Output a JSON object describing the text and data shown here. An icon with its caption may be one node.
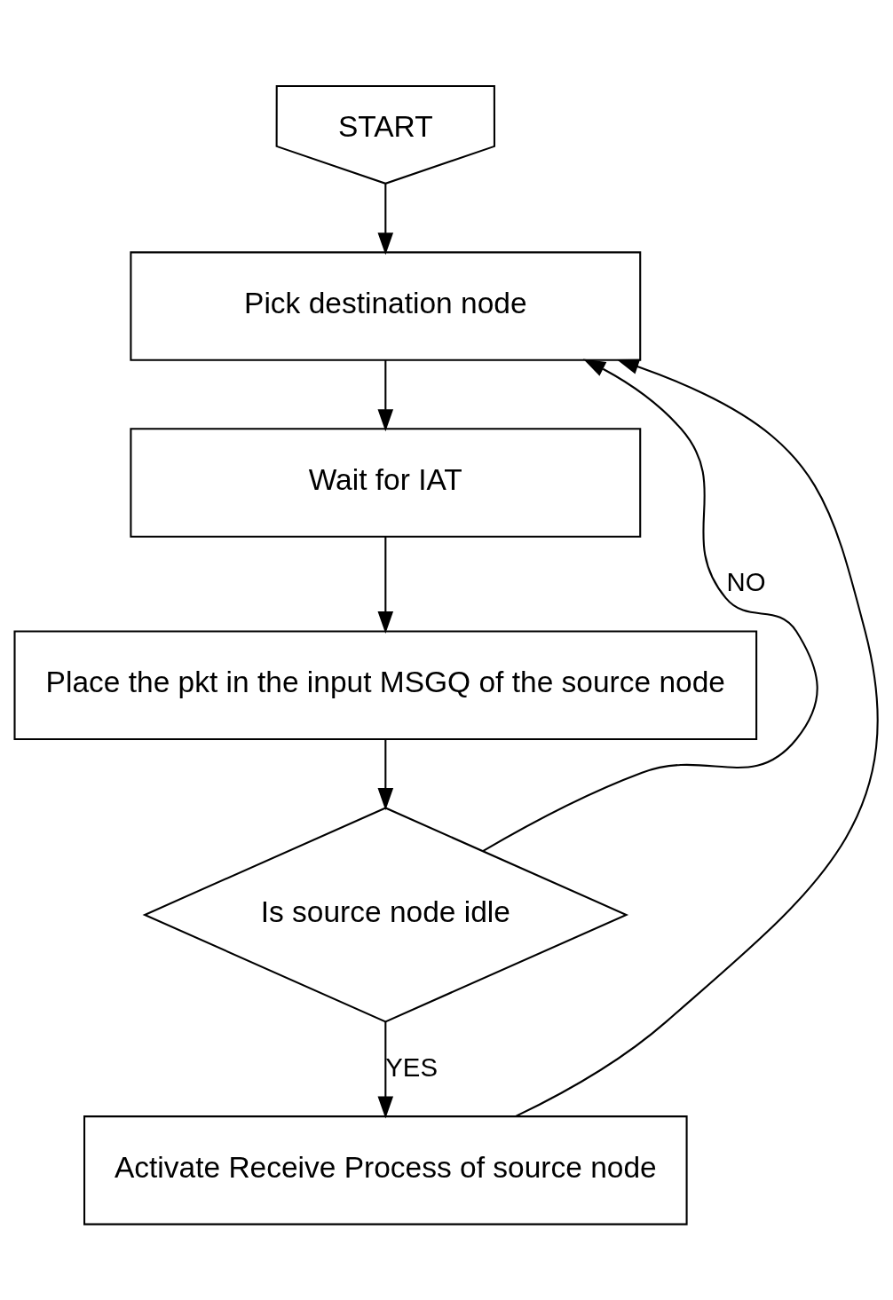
{
  "diagram": {
    "nodes": [
      {
        "text": [
          "START"
        ]
      },
      {
        "text": [
          "Pick destination node"
        ]
      },
      {
        "text": [
          "Wait for IAT"
        ]
      },
      {
        "text": [
          "Place the pkt in the input MSGQ of the source node"
        ]
      },
      {
        "text": [
          "Is source node idle"
        ]
      },
      {
        "text": [
          "Activate Receive Process of source node"
        ]
      }
    ],
    "edges": [
      {
        "from": 0,
        "to": 1,
        "arrow": "to"
      },
      {
        "from": 1,
        "to": 2,
        "arrow": "to"
      },
      {
        "from": 2,
        "to": 3,
        "arrow": "to"
      },
      {
        "from": 3,
        "to": 4,
        "arrow": "to"
      },
      {
        "from": 4,
        "to": 1,
        "arrow": "to",
        "label": "NO"
      },
      {
        "from": 4,
        "to": 5,
        "arrow": "to",
        "label": "YES"
      },
      {
        "from": 5,
        "to": 1,
        "arrow": "to"
      }
    ]
  }
}
